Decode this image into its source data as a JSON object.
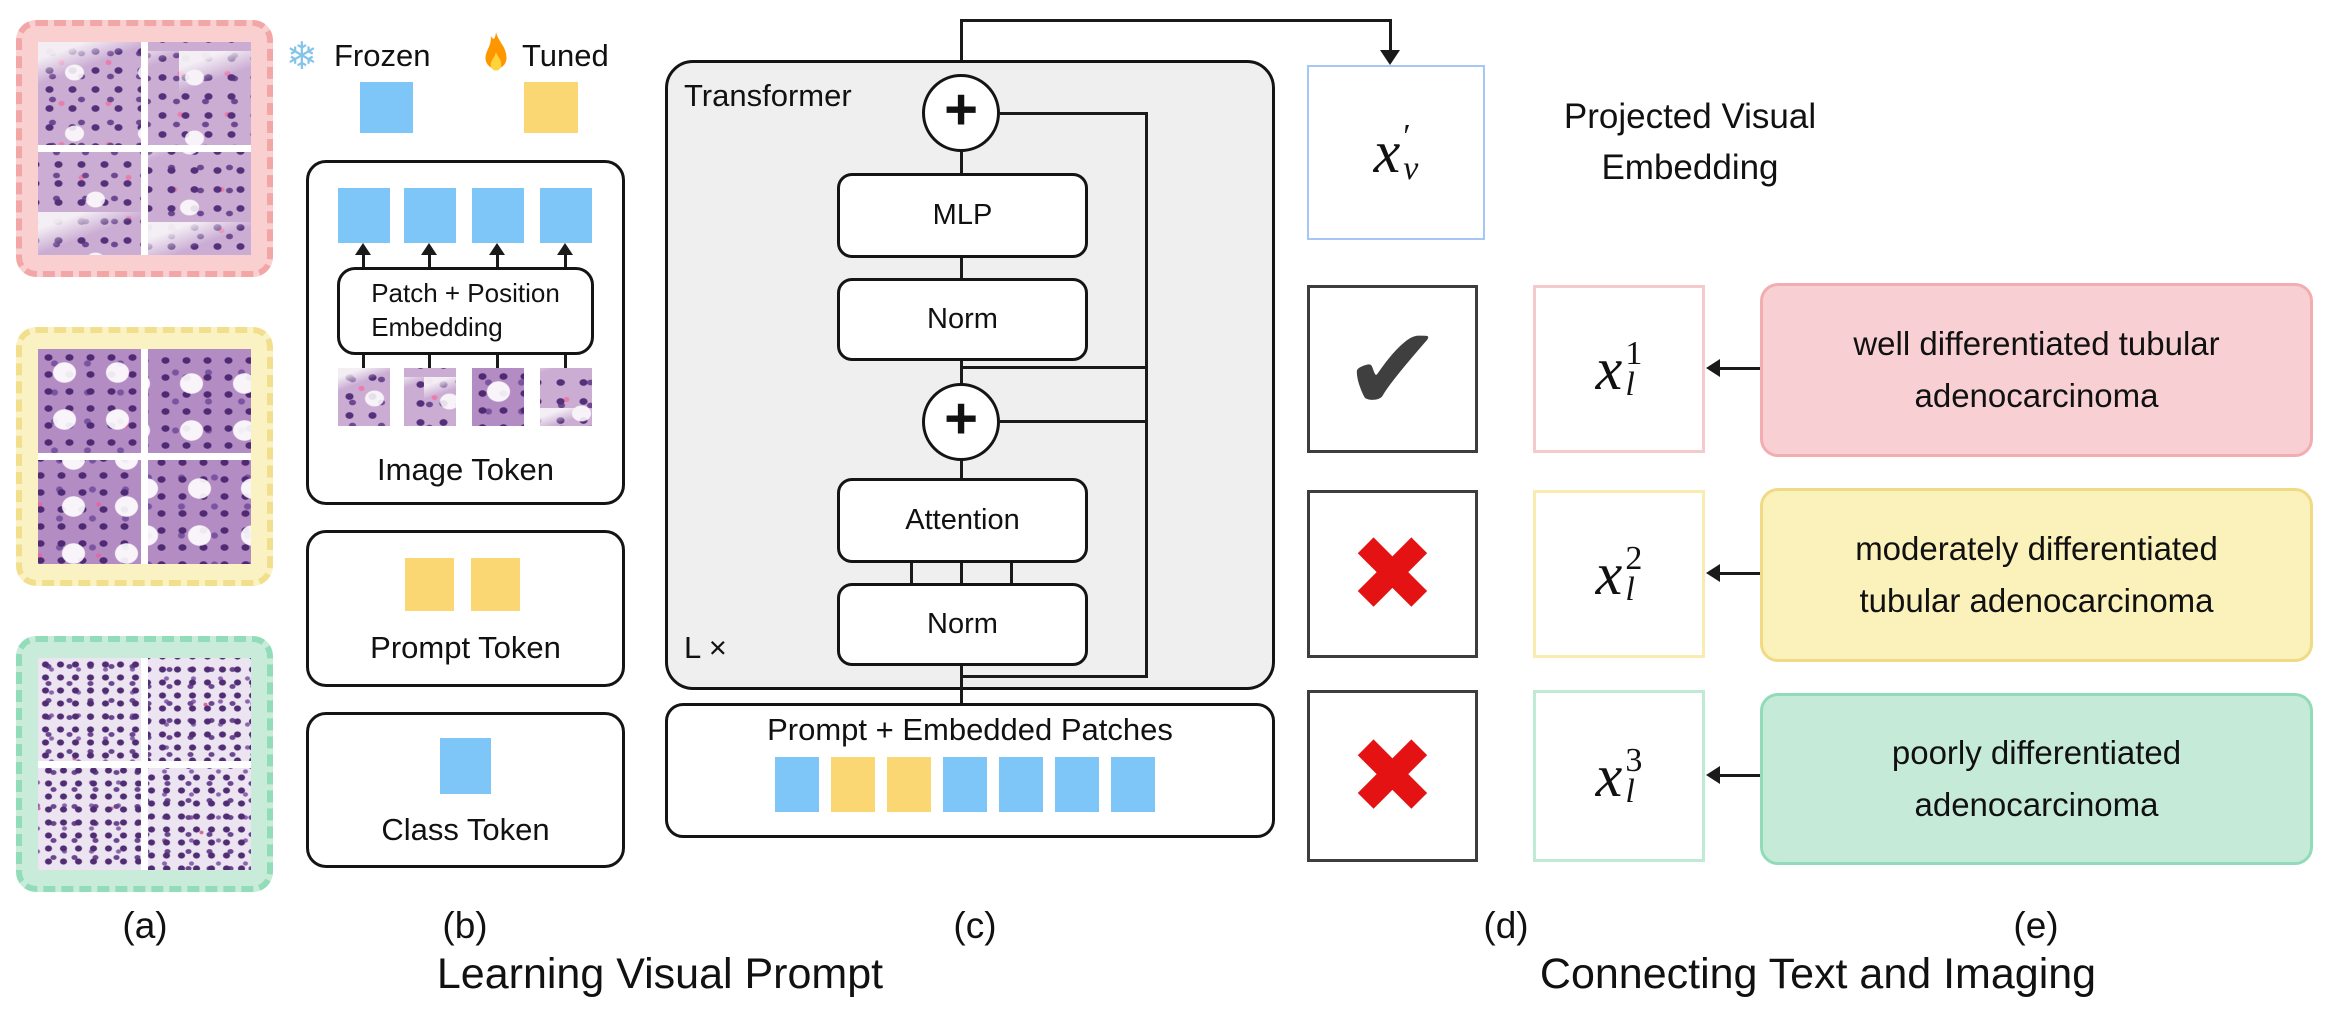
{
  "legend": {
    "frozen_label": "Frozen",
    "tuned_label": "Tuned"
  },
  "glyphs": {
    "check": "✔",
    "cross": "✖",
    "plus": "+",
    "snowflake": "❄"
  },
  "panel_a": {
    "label": "(a)"
  },
  "panel_b": {
    "label": "(b)",
    "image_token_label": "Image Token",
    "patch_position_line1": "Patch + Position",
    "patch_position_line2": "Embedding",
    "prompt_token_label": "Prompt Token",
    "class_token_label": "Class Token"
  },
  "panel_c": {
    "label": "(c)",
    "transformer_label": "Transformer",
    "mlp_label": "MLP",
    "norm1_label": "Norm",
    "attention_label": "Attention",
    "norm2_label": "Norm",
    "layers_label": "L ×",
    "prompt_embedded_label": "Prompt + Embedded Patches",
    "sequence_colors": [
      "blue",
      "yellow",
      "yellow",
      "blue",
      "blue",
      "blue",
      "blue"
    ]
  },
  "panel_d": {
    "label": "(d)",
    "projected_title_line1": "Projected Visual",
    "projected_title_line2": "Embedding",
    "visual_symbol": {
      "base": "x",
      "sup": "′",
      "sub": "v"
    }
  },
  "panel_e": {
    "label": "(e)",
    "rows": [
      {
        "symbol": {
          "base": "x",
          "sup": "1",
          "sub": "l"
        },
        "text_line1": "well differentiated tubular",
        "text_line2": "adenocarcinoma",
        "theme": "red"
      },
      {
        "symbol": {
          "base": "x",
          "sup": "2",
          "sub": "l"
        },
        "text_line1": "moderately differentiated",
        "text_line2": "tubular adenocarcinoma",
        "theme": "yellow"
      },
      {
        "symbol": {
          "base": "x",
          "sup": "3",
          "sub": "l"
        },
        "text_line1": "poorly differentiated",
        "text_line2": "adenocarcinoma",
        "theme": "green"
      }
    ]
  },
  "captions": {
    "left": "Learning Visual Prompt",
    "right": "Connecting Text and Imaging"
  },
  "colors": {
    "frozen_blue": "#7ec5f8",
    "tuned_yellow": "#fad773",
    "red_fill": "#f8d0d3",
    "red_border": "#f2adb0",
    "yellow_fill": "#faf1bb",
    "yellow_border": "#f0da85",
    "green_fill": "#c5ebd8",
    "green_border": "#91dbb8",
    "xl1_border": "#f6c9cc",
    "xl2_border": "#f9ecae",
    "xl3_border": "#bfead4",
    "xv_border": "#a6c6f6",
    "check_color": "#3f3f3f",
    "cross_color": "#e41212"
  }
}
